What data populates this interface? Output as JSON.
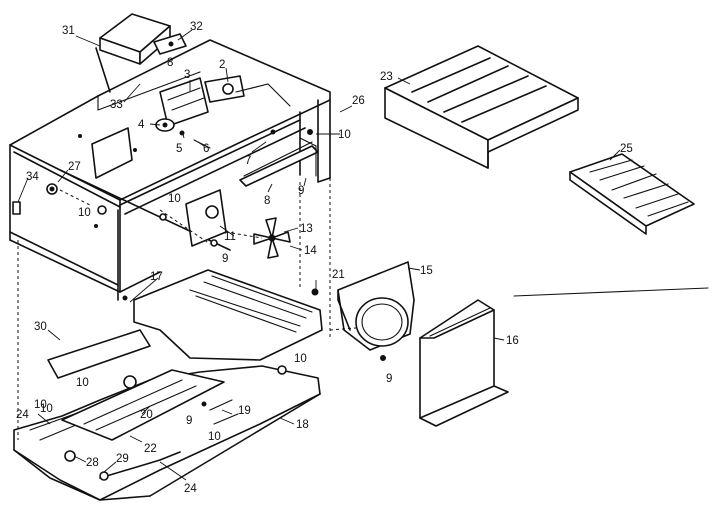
{
  "callouts": {
    "c1": "2",
    "c2": "3",
    "c3": "4",
    "c4": "5",
    "c5": "6",
    "c6": "7",
    "c7": "8",
    "c8": "9",
    "c9": "10",
    "c10": "11",
    "c11": "13",
    "c12": "14",
    "c13": "15",
    "c14": "16",
    "c15": "17",
    "c16": "18",
    "c17": "19",
    "c18": "20",
    "c19": "21",
    "c20": "22",
    "c21": "23",
    "c22": "24",
    "c23": "25",
    "c24": "26",
    "c25": "27",
    "c26": "28",
    "c27": "29",
    "c28": "30",
    "c29": "31",
    "c30": "32",
    "c31": "33",
    "c32": "34",
    "c33": "8",
    "c34": "9",
    "c35": "10",
    "c36": "10",
    "c37": "10",
    "c38": "9",
    "c39": "10",
    "c40": "10",
    "c41": "10",
    "c42": "9",
    "c43": "10",
    "c44": "24"
  }
}
